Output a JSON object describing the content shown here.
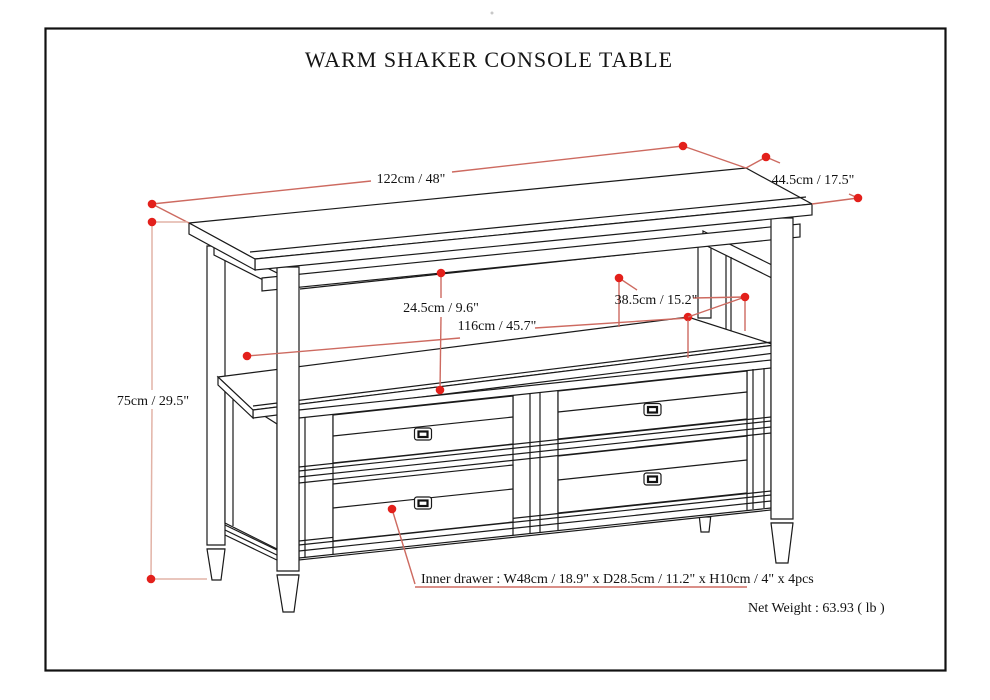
{
  "diagram": {
    "title": "WARM SHAKER CONSOLE TABLE",
    "dimensions": {
      "width": "122cm / 48\"",
      "depth": "44.5cm / 17.5\"",
      "height": "75cm / 29.5\"",
      "shelf_opening_height": "24.5cm / 9.6\"",
      "shelf_width": "116cm / 45.7\"",
      "shelf_depth": "38.5cm / 15.2\""
    },
    "notes": {
      "inner_drawer": "Inner drawer : W48cm / 18.9\" x D28.5cm / 11.2\" x H10cm / 4\" x 4pcs",
      "net_weight": "Net Weight : 63.93 ( lb )"
    },
    "colors": {
      "drawing_line": "#1a1a1a",
      "dimension_line": "#cd6a60",
      "dimension_line_pale": "#e2b3a7",
      "dimension_dot": "#e3201b",
      "background": "#ffffff"
    }
  }
}
